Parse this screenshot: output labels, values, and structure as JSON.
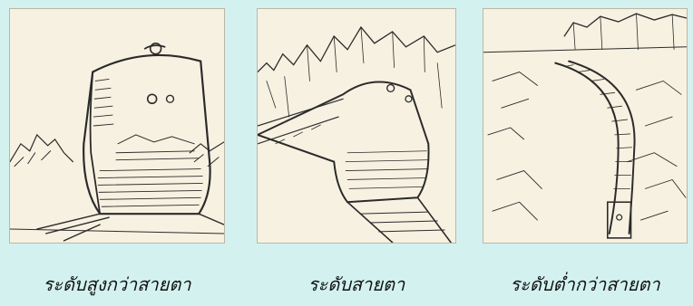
{
  "captions": {
    "high": "ระดับสูงกว่าสายตา",
    "eye": "ระดับสายตา",
    "low": "ระดับต่ำกว่าสายตา"
  },
  "colors": {
    "background": "#d3f2ef",
    "paper": "#f7f1e1",
    "ink": "#2b2b2b"
  }
}
